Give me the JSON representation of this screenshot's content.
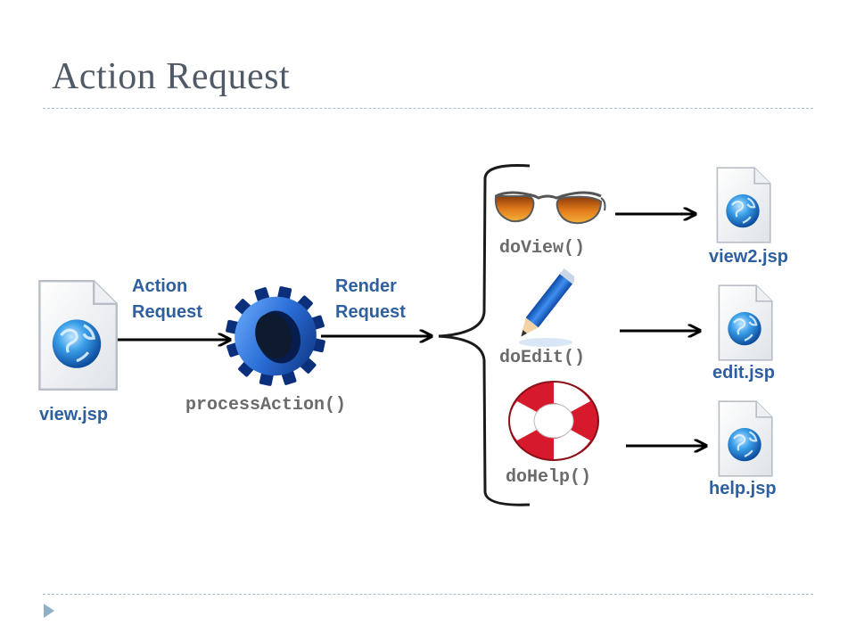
{
  "title": "Action Request",
  "labels": {
    "action_request": [
      "Action",
      "Request"
    ],
    "render_request": [
      "Render",
      "Request"
    ],
    "process_action": "processAction()",
    "do_view": "doView()",
    "do_edit": "doEdit()",
    "do_help": "doHelp()"
  },
  "files": {
    "view": "view.jsp",
    "view2": "view2.jsp",
    "edit": "edit.jsp",
    "help": "help.jsp"
  },
  "icons": {
    "file": "web-page-file-icon",
    "gear": "gear-icon",
    "view": "sunglasses-icon",
    "edit": "pencil-icon",
    "help": "lifebuoy-icon"
  },
  "colors": {
    "title": "#505a66",
    "label": "#2e5f9e",
    "code": "#6b6b6b",
    "rule": "#a9bfd0",
    "gear": "#2a6dd6"
  }
}
